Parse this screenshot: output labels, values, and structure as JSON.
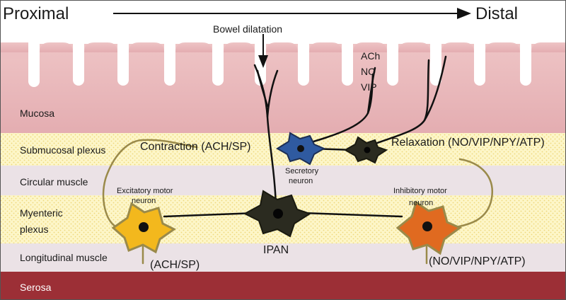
{
  "header": {
    "proximal": "Proximal",
    "distal": "Distal"
  },
  "labels": {
    "bowel_dilatation": "Bowel dilatation",
    "ach": "ACh",
    "no": "NO",
    "vip": "VIP",
    "contraction": "Contraction (ACH/SP)",
    "relaxation": "Relaxation (NO/VIP/NPY/ATP)",
    "secretory_line1": "Secretory",
    "secretory_line2": "neuron",
    "excitatory_line1": "Excitatory motor",
    "excitatory_line2": "neuron",
    "inhibitory_line1": "Inhibitory motor",
    "inhibitory_line2": "neuron",
    "ipan": "IPAN",
    "ach_sp_bottom": "(ACH/SP)",
    "no_vip_bottom": "(NO/VIP/NPY/ATP)"
  },
  "layers": {
    "mucosa": "Mucosa",
    "submucosal": "Submucosal plexus",
    "circular": "Circular muscle",
    "myenteric_line1": "Myenteric",
    "myenteric_line2": "plexus",
    "longitudinal": "Longitudinal muscle",
    "serosa": "Serosa"
  },
  "colors": {
    "mucosa": "#e8b7b9",
    "plexus": "#fdf6c8",
    "plexus_dots": "#f0d96a",
    "muscle": "#ebe2e6",
    "serosa": "#9c2f36",
    "fiber": "#9a8a4a",
    "excitatory": "#f3b81d",
    "inhibitory": "#e06a20",
    "secretory": "#2f5aa0",
    "ipan": "#2b2b20"
  }
}
